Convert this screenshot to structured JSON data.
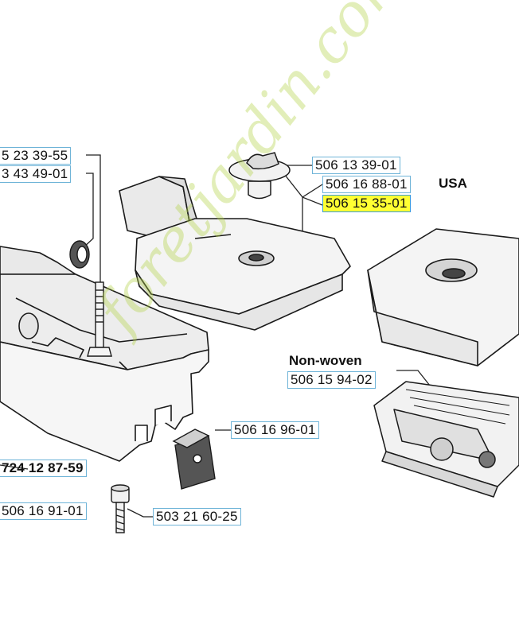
{
  "labels": {
    "air_filter_cap": "506 13 39-01",
    "cover_usa": "506 16 88-01",
    "usa_tag": "USA",
    "cover_highlighted": "506 15 35-01",
    "nonwoven_heading": "Non-woven",
    "nonwoven_filter": "506 15 94-02",
    "clip": "506 16 96-01",
    "screw": "503 21 60-25",
    "left_top_1": "5 23 39-55",
    "left_top_2": "3 43 49-01",
    "left_kit": "724 12  87-59",
    "left_bottom": "506 16 91-01"
  },
  "watermark": "foretjardin.com",
  "colors": {
    "highlight": "#ffff33",
    "label_border": "#6fb4d8",
    "watermark": "#b4d246"
  }
}
